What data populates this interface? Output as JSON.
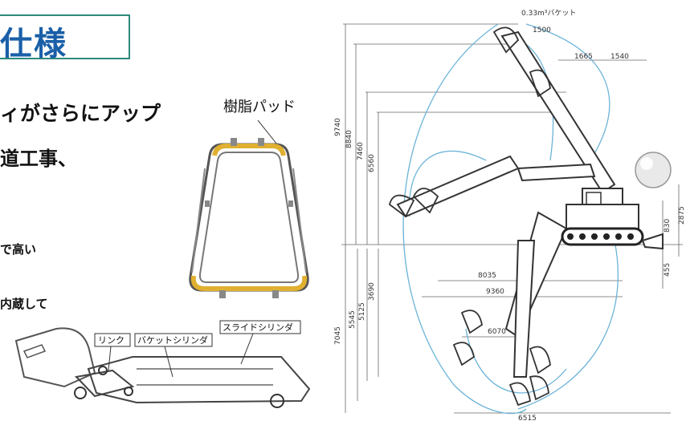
{
  "heading": {
    "title": "仕様"
  },
  "body_lines": [
    "ィがさらにアップ",
    "道工事、",
    "で高い",
    "内蔵して"
  ],
  "pad_figure": {
    "label": "樹脂パッド"
  },
  "attachment_figure": {
    "labels": [
      "リンク",
      "バケットシリンダ",
      "スライドシリンダ"
    ]
  },
  "range_diagram": {
    "bucket_label": "0.33m³バケット",
    "dims": [
      "1500",
      "1665",
      "1540",
      "9740",
      "8840",
      "7460",
      "6560",
      "8035",
      "9360",
      "6070",
      "3690",
      "5125",
      "5545",
      "7045",
      "6515",
      "830",
      "455",
      "2875"
    ]
  },
  "colors": {
    "title_text": "#1a5fa8",
    "title_border": "#2f8a7c",
    "pad_yellow": "#e0b030",
    "arc_blue": "#6cb4d8",
    "line_gray": "#666666"
  }
}
